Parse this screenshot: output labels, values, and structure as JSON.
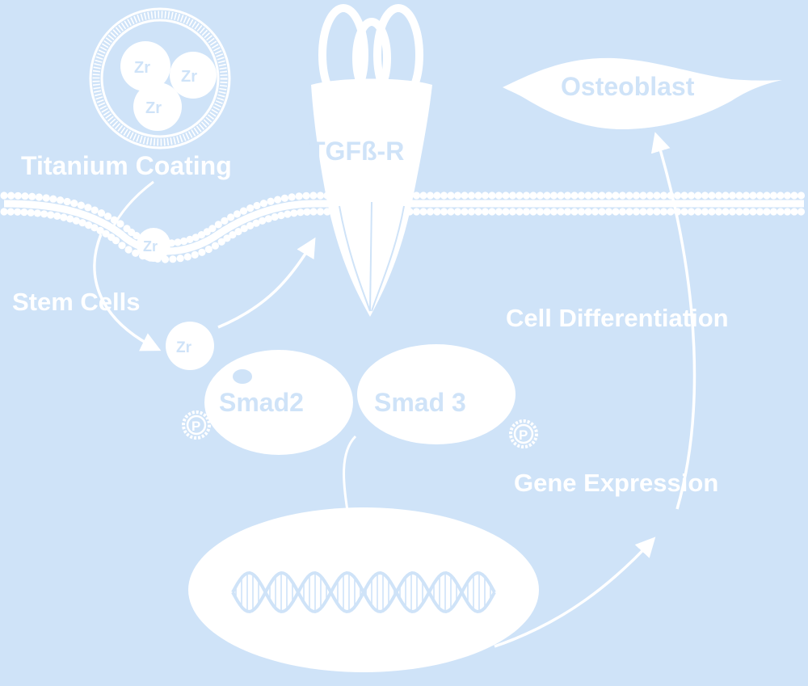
{
  "colors": {
    "background": "#cfe3f8",
    "foreground": "#ffffff"
  },
  "labels": {
    "titanium_coating": "Titanium Coating",
    "stem_cells": "Stem Cells",
    "receptor": "TGFß-R",
    "osteoblast": "Osteoblast",
    "cell_differentiation": "Cell Differentiation",
    "gene_expression": "Gene Expression",
    "smad2": "Smad2",
    "smad3": "Smad 3",
    "ion": "Zr",
    "phosphate": "P"
  },
  "icons": [
    "lipid-bilayer-membrane",
    "liposome-vesicle",
    "tgf-beta-receptor",
    "nucleus",
    "dna-helix"
  ]
}
